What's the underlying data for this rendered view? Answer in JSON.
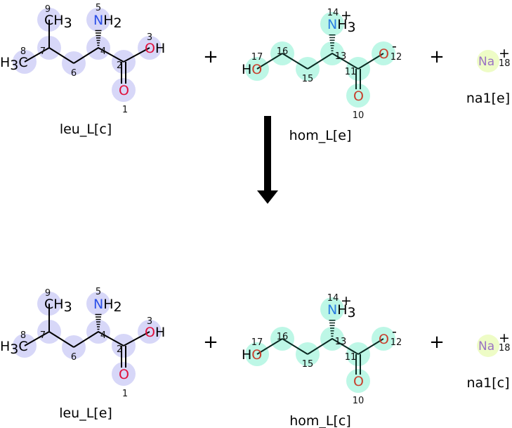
{
  "operators": {
    "plus": "+"
  },
  "colors": {
    "leu_highlight": "#d7d7f8",
    "hom_highlight": "#bdf7e6",
    "na_highlight": "#eefcc6",
    "leu_N": "#2b4fe8",
    "leu_O": "#e0103c",
    "hom_N": "#2a7ee0",
    "hom_O": "#c8402e",
    "na": "#9a72c4",
    "bond": "#000000",
    "hom_bond": "#0b2a22"
  },
  "top": {
    "leu": {
      "name": "leu_L[c]"
    },
    "hom": {
      "name": "hom_L[e]"
    },
    "na": {
      "name": "na1[e]"
    }
  },
  "bottom": {
    "leu": {
      "name": "leu_L[e]"
    },
    "hom": {
      "name": "hom_L[c]"
    },
    "na": {
      "name": "na1[c]"
    }
  },
  "leu_atoms": [
    {
      "num": "1",
      "sym": "O",
      "sub": ""
    },
    {
      "num": "2",
      "sym": "",
      "sub": ""
    },
    {
      "num": "3",
      "sym": "OH",
      "sub": ""
    },
    {
      "num": "4",
      "sym": "",
      "sub": ""
    },
    {
      "num": "5",
      "sym": "NH",
      "sub": "2"
    },
    {
      "num": "6",
      "sym": "",
      "sub": ""
    },
    {
      "num": "7",
      "sym": "",
      "sub": ""
    },
    {
      "num": "8",
      "sym": "H",
      "sub": "3",
      "post": "C"
    },
    {
      "num": "9",
      "sym": "CH",
      "sub": "3"
    }
  ],
  "hom_atoms": [
    {
      "num": "10",
      "sym": "O",
      "sub": ""
    },
    {
      "num": "11",
      "sym": "",
      "sub": ""
    },
    {
      "num": "12",
      "sym": "O",
      "sub": "",
      "charge": "-"
    },
    {
      "num": "13",
      "sym": "",
      "sub": ""
    },
    {
      "num": "14",
      "sym": "NH",
      "sub": "3",
      "charge": "+"
    },
    {
      "num": "15",
      "sym": "",
      "sub": ""
    },
    {
      "num": "16",
      "sym": "",
      "sub": ""
    },
    {
      "num": "17",
      "sym": "HO",
      "sub": ""
    }
  ],
  "na_atom": {
    "num": "18",
    "sym": "Na",
    "charge": "+"
  }
}
